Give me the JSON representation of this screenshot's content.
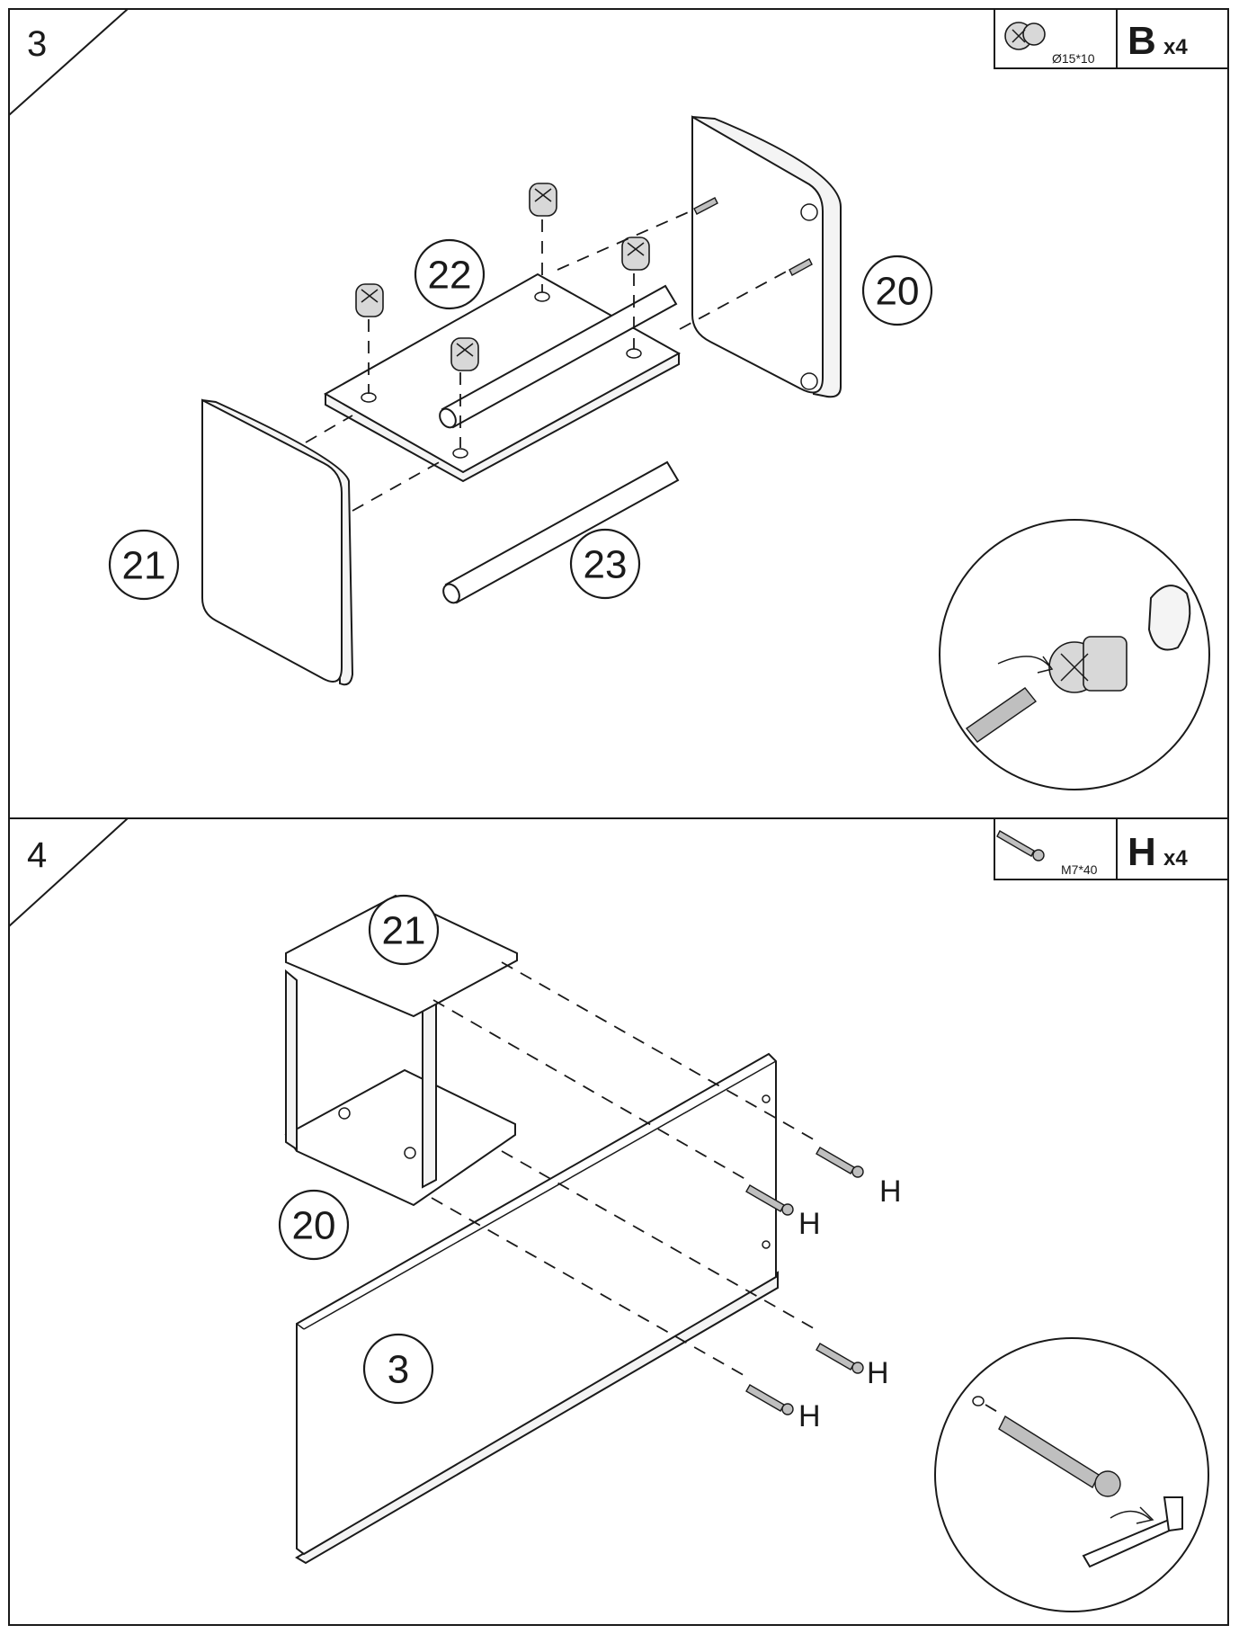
{
  "step3": {
    "number": "3",
    "hardware": {
      "letter": "B",
      "count": "x4",
      "size": "Ø15*10",
      "icon": "cam-lock-icon"
    },
    "parts": {
      "p22": "22",
      "p20": "20",
      "p21": "21",
      "p23": "23"
    }
  },
  "step4": {
    "number": "4",
    "hardware": {
      "letter": "H",
      "count": "x4",
      "size": "M7*40",
      "icon": "screw-icon"
    },
    "parts": {
      "p21": "21",
      "p20": "20",
      "p3": "3"
    },
    "screw_labels": [
      "H",
      "H",
      "H",
      "H"
    ]
  }
}
